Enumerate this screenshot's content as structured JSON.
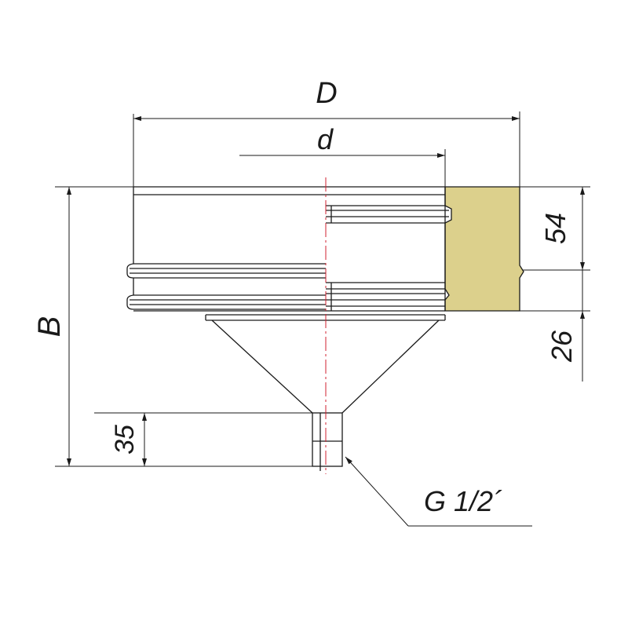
{
  "diagram": {
    "labels": {
      "outer_diameter": "D",
      "inner_diameter": "d",
      "total_height": "B",
      "upper_height": "54",
      "lower_height": "26",
      "nozzle_height": "35",
      "thread": "G 1/2´"
    },
    "colors": {
      "insulation_fill": "#DCD08C",
      "centerline": "#D02030",
      "line": "#1A1A1A"
    }
  }
}
